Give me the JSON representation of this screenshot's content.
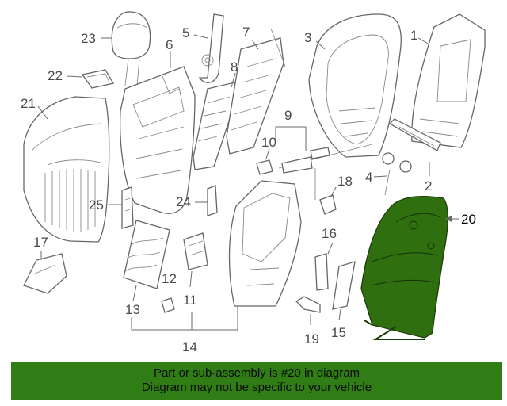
{
  "diagram": {
    "callouts": {
      "c1": "1",
      "c2": "2",
      "c3": "3",
      "c4": "4",
      "c5": "5",
      "c6": "6",
      "c7": "7",
      "c8": "8",
      "c9": "9",
      "c10": "10",
      "c11": "11",
      "c12": "12",
      "c13": "13",
      "c14": "14",
      "c15": "15",
      "c16": "16",
      "c17": "17",
      "c18": "18",
      "c20": "20",
      "c21": "21",
      "c22": "22",
      "c23": "23",
      "c24": "24",
      "c25": "25",
      "c19": "19"
    },
    "highlight_color": "#2f6f0f"
  },
  "banner": {
    "line1": "Part or sub-assembly is #20 in diagram",
    "line2": "Diagram may not be specific to your vehicle",
    "background": "#2f7d14"
  }
}
